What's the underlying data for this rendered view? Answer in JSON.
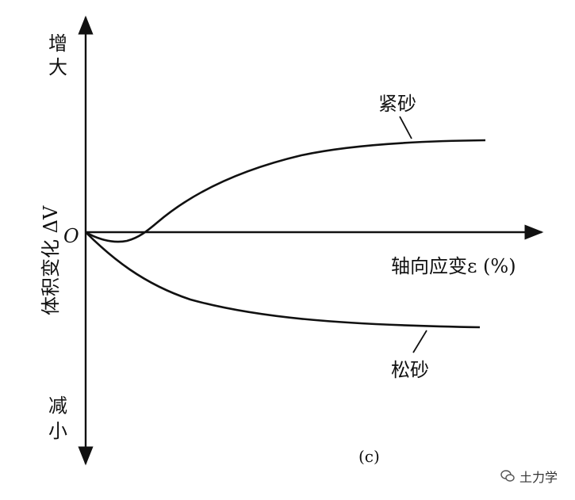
{
  "y_axis": {
    "top_label_1": "增",
    "top_label_2": "大",
    "title": "体积变化 ΔV",
    "bottom_label_1": "减",
    "bottom_label_2": "小"
  },
  "x_axis": {
    "title": "轴向应变ε (%)",
    "origin": "O"
  },
  "curves": {
    "dense": "紧砂",
    "loose": "松砂"
  },
  "panel_label": "(c)",
  "watermark": {
    "text": "土力学",
    "icon": "chat-bubble-icon"
  },
  "colors": {
    "ink": "#111111",
    "background": "#ffffff"
  }
}
